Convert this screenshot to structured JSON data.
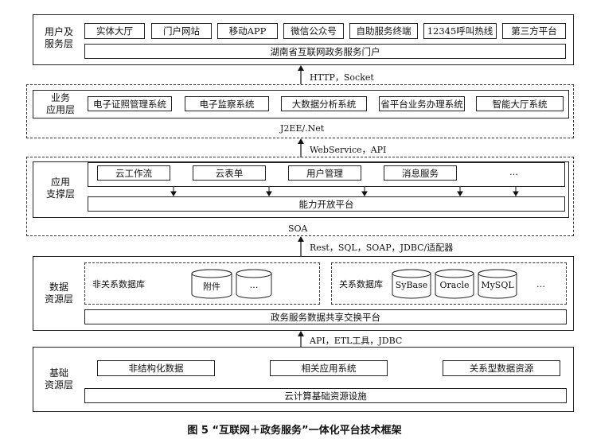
{
  "layers": {
    "user": {
      "label": "用户及\n服务层",
      "channels": [
        "实体大厅",
        "门户网站",
        "移动APP",
        "微信公众号",
        "自助服务终端",
        "12345呼叫热线",
        "第三方平台"
      ],
      "portal": "湖南省互联网政务服务门户"
    },
    "conn1": "HTTP，Socket",
    "business": {
      "label": "业务\n应用层",
      "systems": [
        "电子证照管理系统",
        "电子监察系统",
        "大数据分析系统",
        "省平台业务办理系统",
        "智能大厅系统"
      ],
      "platform": "J2EE/.Net"
    },
    "conn2": "WebService，API",
    "support": {
      "label": "应用\n支撑层",
      "services": [
        "云工作流",
        "云表单",
        "用户管理",
        "消息服务",
        "…"
      ],
      "open_platform": "能力开放平台",
      "arch": "SOA"
    },
    "conn3": "Rest，SQL，SOAP，JDBC/适配器",
    "data": {
      "label": "数据\n资源层",
      "nosql": {
        "title": "非关系数据库",
        "items": [
          "附件",
          "…"
        ]
      },
      "sql": {
        "title": "关系数据库",
        "items": [
          "SyBase",
          "Oracle",
          "MySQL",
          "…"
        ]
      },
      "exchange": "政务服务数据共享交换平台"
    },
    "conn4": "API，ETL工具，JDBC",
    "base": {
      "label": "基础\n资源层",
      "items": [
        "非结构化数据",
        "相关应用系统",
        "关系型数据资源"
      ],
      "infra": "云计算基础资源设施"
    }
  },
  "caption": "图 5  “互联网＋政务服务”一体化平台技术框架"
}
